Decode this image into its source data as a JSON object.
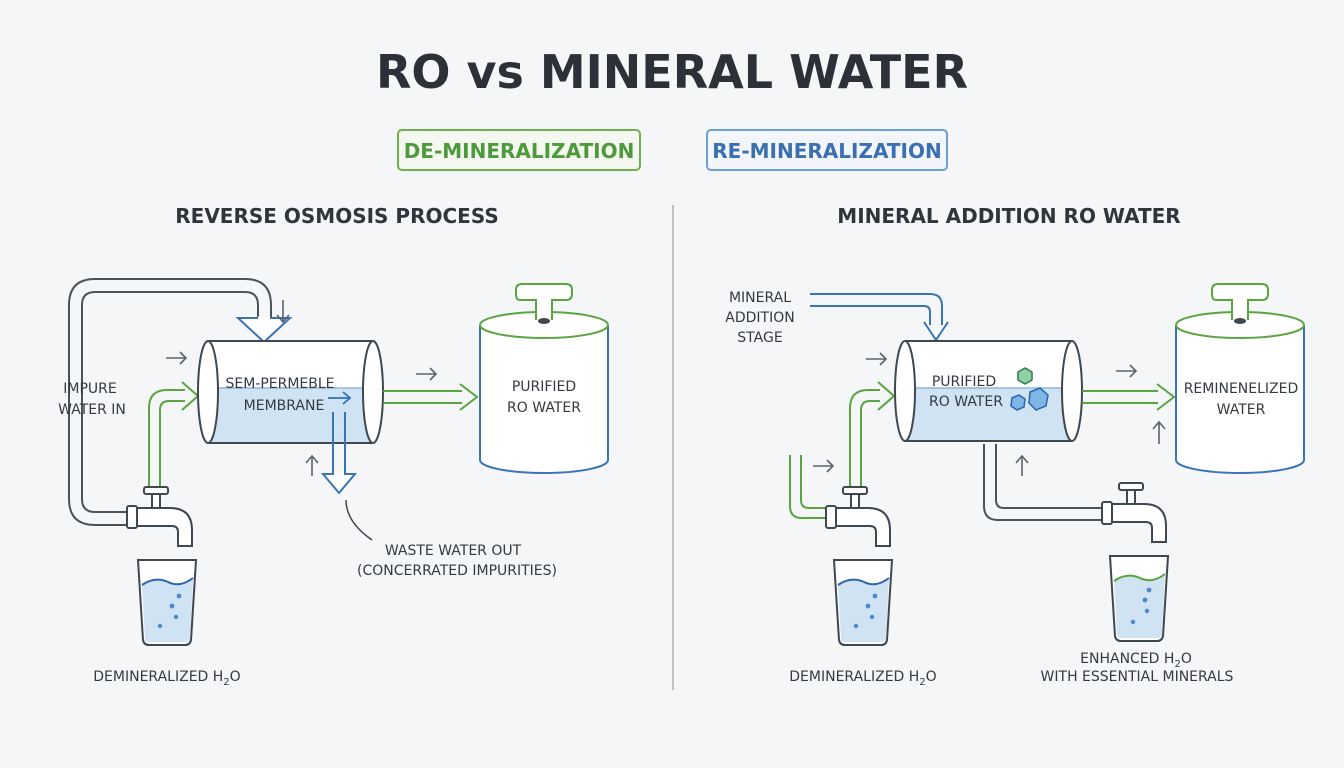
{
  "title": "RO vs MINERAL WATER",
  "badges": {
    "left": "DE-MINERALIZATION",
    "right": "RE-MINERALIZATION",
    "left_color": "#4c9a3a",
    "right_color": "#3a6fb0"
  },
  "left_panel": {
    "heading": "REVERSE OSMOSIS PROCESS",
    "input_label": [
      "IMPURE",
      "WATER IN"
    ],
    "membrane_label": [
      "SEM-PERMEBLE",
      "MEMBRANE"
    ],
    "tank_label": [
      "PURIFIED",
      "RO WATER"
    ],
    "waste_label": [
      "WASTE WATER OUT",
      "(CONCERRATED IMPURITIES)"
    ],
    "glass_label_main": "DEMINERALIZED H",
    "glass_label_sub": "2",
    "glass_label_end": "O"
  },
  "right_panel": {
    "heading": "MINERAL ADDITION RO WATER",
    "mineral_stage_label": [
      "MINERAL",
      "ADDITION",
      "STAGE"
    ],
    "chamber_label": [
      "PURIFIED",
      "RO WATER"
    ],
    "tank_label": [
      "REMINENELIZED",
      "WATER"
    ],
    "glass1_label_main": "DEMINERALIZED H",
    "glass1_label_sub": "2",
    "glass1_label_end": "O",
    "glass2_label_line1_main": "ENHANCED H",
    "glass2_label_line1_sub": "2",
    "glass2_label_line1_end": "O",
    "glass2_label_line2": "WITH ESSENTIAL MINERALS"
  },
  "colors": {
    "water_fill": "#cfe3f3",
    "water_line": "#2e63b0",
    "green_line": "#5aa53e",
    "grey_pipe": "#4a525a",
    "blue_pipe": "#3b73b8",
    "mineral_green": "#8fd0a8",
    "mineral_blue": "#7fb6e6"
  }
}
